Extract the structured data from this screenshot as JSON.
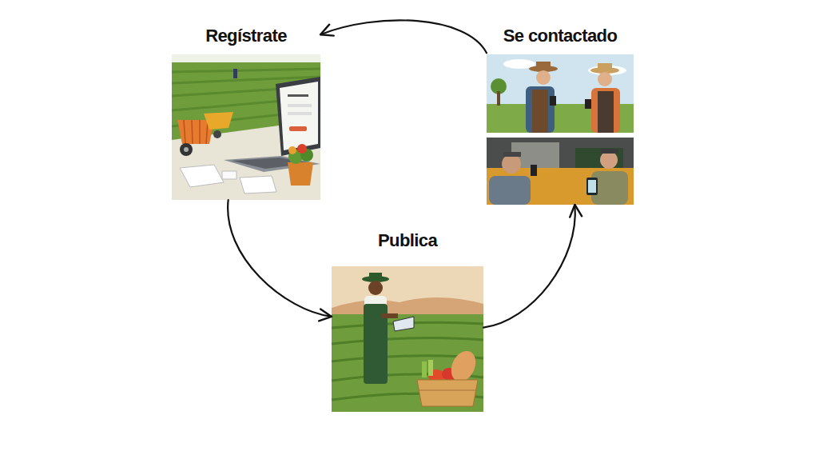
{
  "diagram": {
    "nodes": [
      {
        "text": [
          "Regístrate"
        ]
      },
      {
        "text": [
          "Publica"
        ]
      },
      {
        "text": [
          "Se contactado"
        ]
      }
    ],
    "edges": [
      {
        "from": 0,
        "to": 1,
        "arrow": "to"
      },
      {
        "from": 1,
        "to": 2,
        "arrow": "to"
      },
      {
        "from": 2,
        "to": 0,
        "arrow": "to"
      }
    ]
  }
}
